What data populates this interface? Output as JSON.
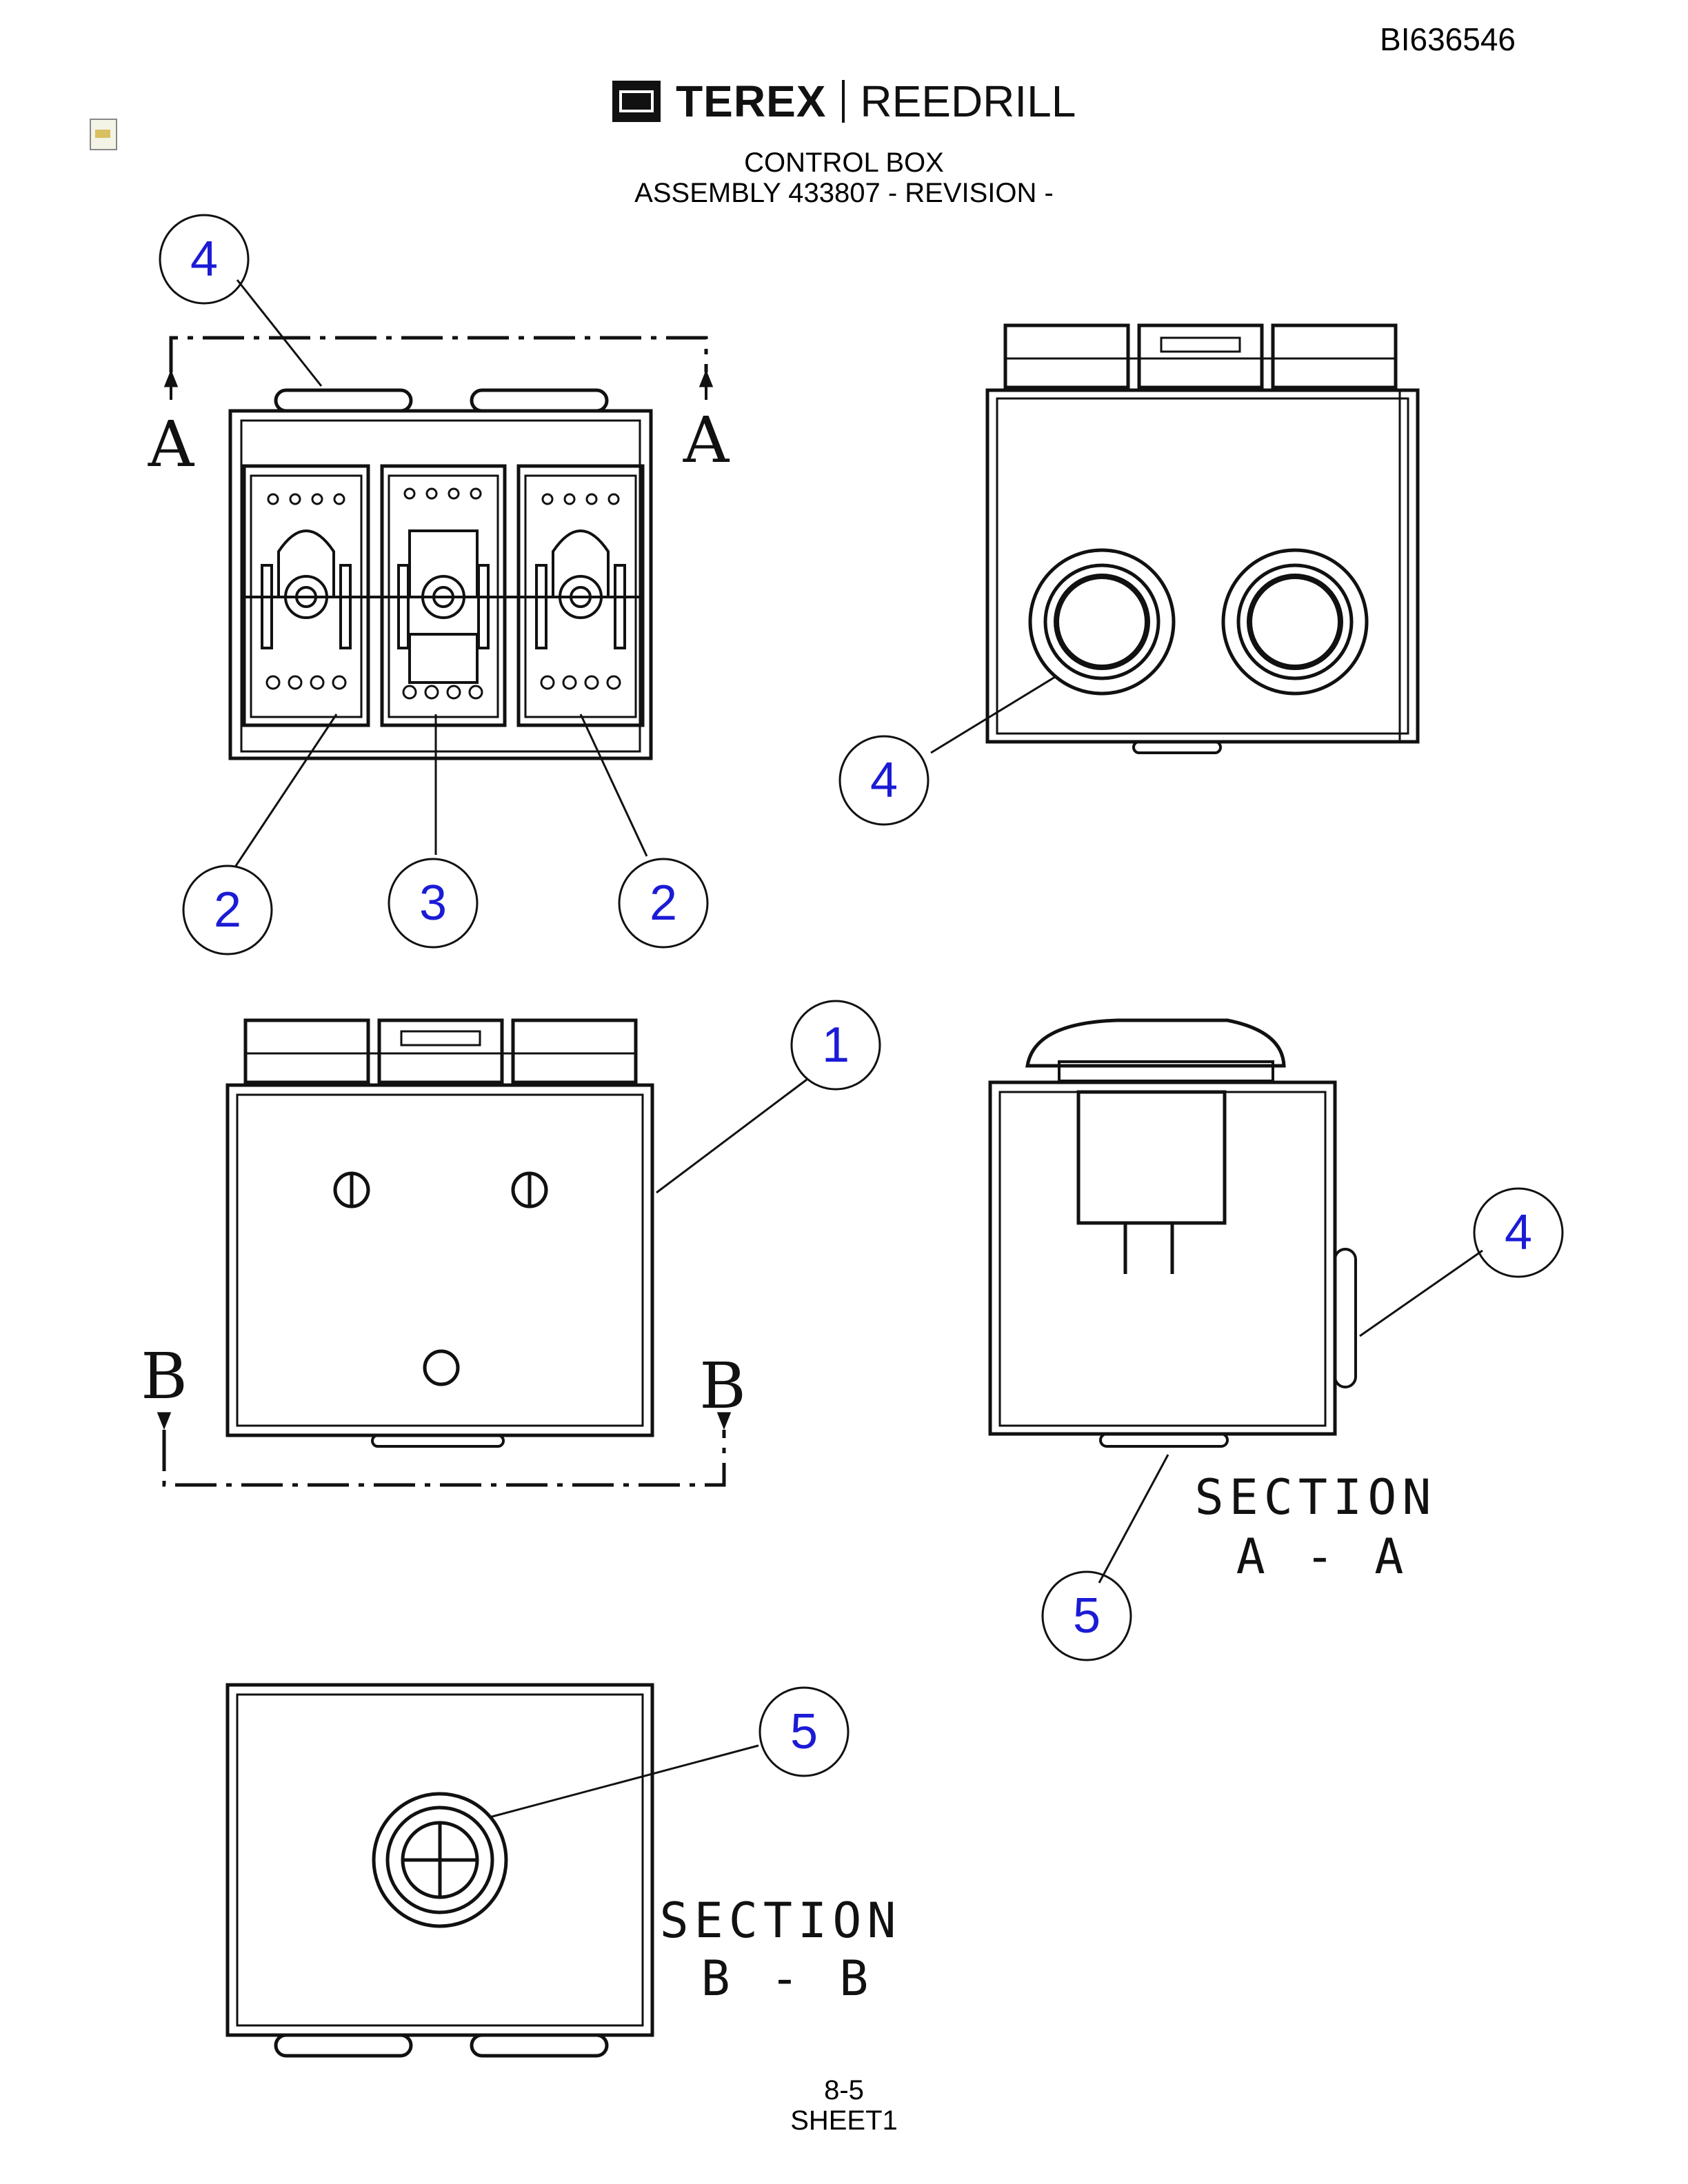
{
  "document_id": "BI636546",
  "brand": {
    "name_bold": "TEREX",
    "name_regular": "REEDRILL"
  },
  "title": {
    "line1": "CONTROL BOX",
    "line2": "ASSEMBLY 433807 - REVISION -"
  },
  "balloons": [
    {
      "id": "b4-top",
      "label": "4"
    },
    {
      "id": "b2-left",
      "label": "2"
    },
    {
      "id": "b3",
      "label": "3"
    },
    {
      "id": "b2-right",
      "label": "2"
    },
    {
      "id": "b4-rear",
      "label": "4"
    },
    {
      "id": "b1",
      "label": "1"
    },
    {
      "id": "b4-section",
      "label": "4"
    },
    {
      "id": "b5-section",
      "label": "5"
    },
    {
      "id": "b5-bottom",
      "label": "5"
    }
  ],
  "section_markers": {
    "a_left": "A",
    "a_right": "A",
    "b_left": "B",
    "b_right": "B"
  },
  "section_labels": {
    "aa": {
      "line1": "SECTION",
      "line2": "A - A"
    },
    "bb": {
      "line1": "SECTION",
      "line2": "B - B"
    }
  },
  "footer": {
    "page": "8-5",
    "sheet": "SHEET1"
  },
  "colors": {
    "balloon_text": "#1b1bd6",
    "lines": "#111111"
  }
}
